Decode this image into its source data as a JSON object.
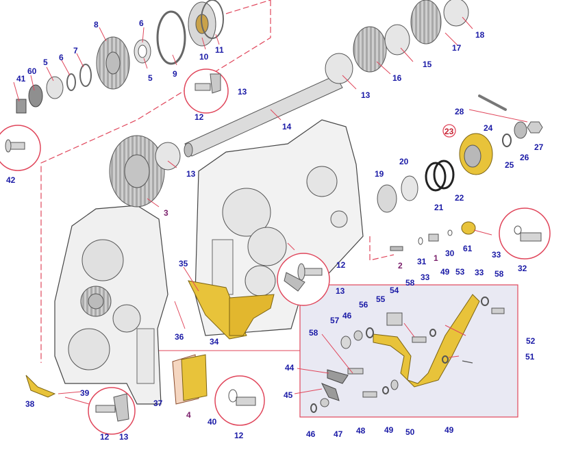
{
  "colors": {
    "accent_line": "#e0455a",
    "label_blue": "#1a1aa6",
    "label_purple": "#7a1f6b",
    "part_gray": "#d9d9d9",
    "part_yellow": "#e8c33a",
    "inset_fill": "#e9e9f3"
  },
  "callouts": [
    {
      "id": "c1",
      "text": "1"
    },
    {
      "id": "c2",
      "text": "2"
    },
    {
      "id": "c3",
      "text": "3"
    },
    {
      "id": "c4",
      "text": "4"
    },
    {
      "id": "c5a",
      "text": "5"
    },
    {
      "id": "c5b",
      "text": "5"
    },
    {
      "id": "c6a",
      "text": "6"
    },
    {
      "id": "c6b",
      "text": "6"
    },
    {
      "id": "c7",
      "text": "7"
    },
    {
      "id": "c8",
      "text": "8"
    },
    {
      "id": "c9",
      "text": "9"
    },
    {
      "id": "c10",
      "text": "10"
    },
    {
      "id": "c11",
      "text": "11"
    },
    {
      "id": "c12a",
      "text": "12"
    },
    {
      "id": "c12b",
      "text": "12"
    },
    {
      "id": "c12c",
      "text": "12"
    },
    {
      "id": "c12d",
      "text": "12"
    },
    {
      "id": "c13a",
      "text": "13"
    },
    {
      "id": "c13b",
      "text": "13"
    },
    {
      "id": "c13c",
      "text": "13"
    },
    {
      "id": "c13d",
      "text": "13"
    },
    {
      "id": "c13e",
      "text": "13"
    },
    {
      "id": "c14",
      "text": "14"
    },
    {
      "id": "c15",
      "text": "15"
    },
    {
      "id": "c16",
      "text": "16"
    },
    {
      "id": "c17",
      "text": "17"
    },
    {
      "id": "c18",
      "text": "18"
    },
    {
      "id": "c19",
      "text": "19"
    },
    {
      "id": "c20",
      "text": "20"
    },
    {
      "id": "c21",
      "text": "21"
    },
    {
      "id": "c22",
      "text": "22"
    },
    {
      "id": "c23",
      "text": "23"
    },
    {
      "id": "c24",
      "text": "24"
    },
    {
      "id": "c25",
      "text": "25"
    },
    {
      "id": "c26",
      "text": "26"
    },
    {
      "id": "c27",
      "text": "27"
    },
    {
      "id": "c28",
      "text": "28"
    },
    {
      "id": "c30",
      "text": "30"
    },
    {
      "id": "c31",
      "text": "31"
    },
    {
      "id": "c32",
      "text": "32"
    },
    {
      "id": "c33a",
      "text": "33"
    },
    {
      "id": "c33b",
      "text": "33"
    },
    {
      "id": "c33c",
      "text": "33"
    },
    {
      "id": "c34",
      "text": "34"
    },
    {
      "id": "c35",
      "text": "35"
    },
    {
      "id": "c36",
      "text": "36"
    },
    {
      "id": "c37",
      "text": "37"
    },
    {
      "id": "c38",
      "text": "38"
    },
    {
      "id": "c39",
      "text": "39"
    },
    {
      "id": "c40",
      "text": "40"
    },
    {
      "id": "c41",
      "text": "41"
    },
    {
      "id": "c42",
      "text": "42"
    },
    {
      "id": "c44",
      "text": "44"
    },
    {
      "id": "c45",
      "text": "45"
    },
    {
      "id": "c46a",
      "text": "46"
    },
    {
      "id": "c46b",
      "text": "46"
    },
    {
      "id": "c47",
      "text": "47"
    },
    {
      "id": "c48",
      "text": "48"
    },
    {
      "id": "c49a",
      "text": "49"
    },
    {
      "id": "c49b",
      "text": "49"
    },
    {
      "id": "c49c",
      "text": "49"
    },
    {
      "id": "c50",
      "text": "50"
    },
    {
      "id": "c51",
      "text": "51"
    },
    {
      "id": "c52",
      "text": "52"
    },
    {
      "id": "c53",
      "text": "53"
    },
    {
      "id": "c54",
      "text": "54"
    },
    {
      "id": "c55",
      "text": "55"
    },
    {
      "id": "c56",
      "text": "56"
    },
    {
      "id": "c57",
      "text": "57"
    },
    {
      "id": "c58a",
      "text": "58"
    },
    {
      "id": "c58b",
      "text": "58"
    },
    {
      "id": "c58c",
      "text": "58"
    },
    {
      "id": "c60",
      "text": "60"
    },
    {
      "id": "c61",
      "text": "61"
    }
  ]
}
